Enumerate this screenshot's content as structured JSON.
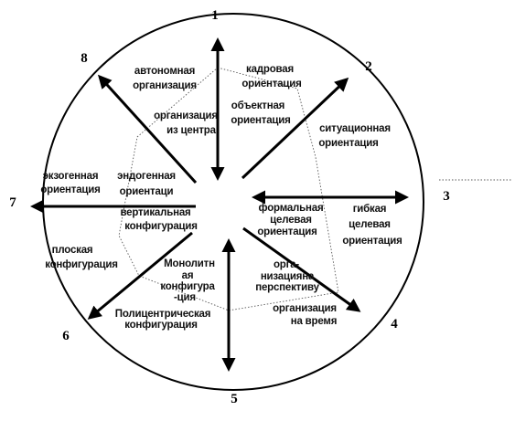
{
  "numbers": [
    "1",
    "2",
    "3",
    "4",
    "5",
    "6",
    "7",
    "8"
  ],
  "labels": {
    "avtonomnaya_1": "автономная",
    "avtonomnaya_2": "организация",
    "kadrovaya_1": "кадровая",
    "kadrovaya_2": "ориентация",
    "iz_centra_1": "организация",
    "iz_centra_2": "из центра",
    "obektnaya_1": "объектная",
    "obektnaya_2": "ориентация",
    "situacionnaya_1": "ситуационная",
    "situacionnaya_2": "ориентация",
    "ekzogennaya_1": "экзогенная",
    "ekzogennaya_2": "ориентация",
    "endogennaya_1": "эндогенная",
    "endogennaya_2": "ориентаци",
    "vertikalnaya_1": "вертикальная",
    "vertikalnaya_2": "конфигурация",
    "formalnaya_1": "формальная",
    "formalnaya_2": "целевая",
    "formalnaya_3": "ориентация",
    "gibkaya_1": "гибкая",
    "gibkaya_2": "целевая",
    "gibkaya_3": "ориентация",
    "ploskaya_1": "плоская",
    "ploskaya_2": "конфигурация",
    "monolitnaya_1": "Монолитн",
    "monolitnaya_2": "ая",
    "monolitnaya_3": "конфигура",
    "monolitnaya_4": "-ция",
    "perspektiva_1": "орга-",
    "perspektiva_2": "низацияна",
    "perspektiva_3": "перспективу",
    "na_vremya_1": "организация",
    "na_vremya_2": "на время",
    "policentricheskaya_1": "Полицентрическая",
    "policentricheskaya_2": "конфигурация"
  }
}
